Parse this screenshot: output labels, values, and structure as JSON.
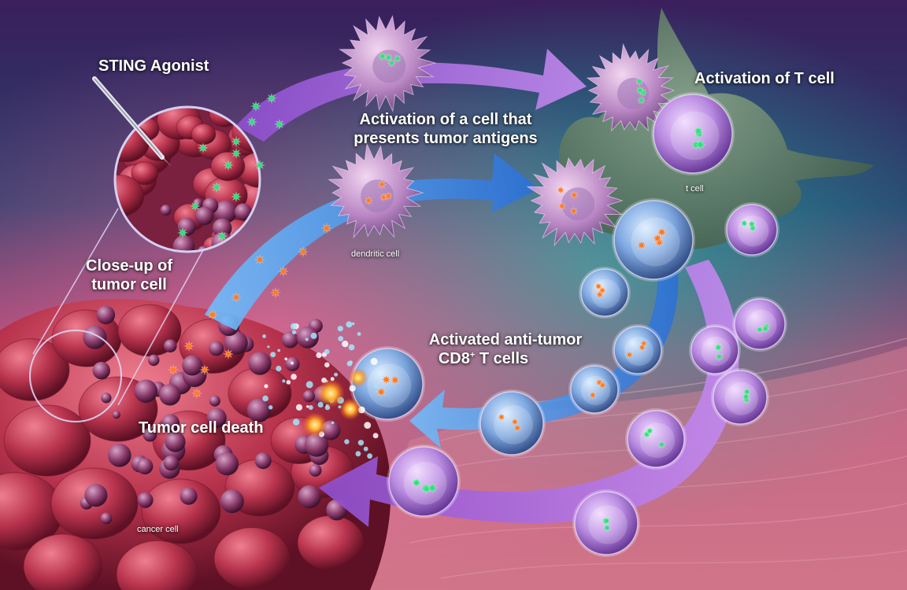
{
  "labels": {
    "sting_agonist": "STING Agonist",
    "activation_t_cell": "Activation of T cell",
    "activation_apc_line1": "Activation of a cell that",
    "activation_apc_line2": "presents tumor antigens",
    "close_up_line1": "Close-up of",
    "close_up_line2": "tumor cell",
    "activated_line1": "Activated anti-tumor",
    "activated_cd8_prefix": "CD8",
    "activated_cd8_sup": "+",
    "activated_cd8_suffix": " T cells",
    "tumor_cell_death": "Tumor cell death",
    "dendritic_cell": "dendritic cell",
    "t_cell": "t cell",
    "cancer_cell": "cancer cell"
  },
  "colors": {
    "purple_arrow": "#a866e0",
    "blue_arrow": "#3f8fe6",
    "tumor": "#b8334d",
    "green_particle": "#2fe07a",
    "orange_particle": "#ff7a1e",
    "cell_membrane": "#c9a6e8"
  }
}
